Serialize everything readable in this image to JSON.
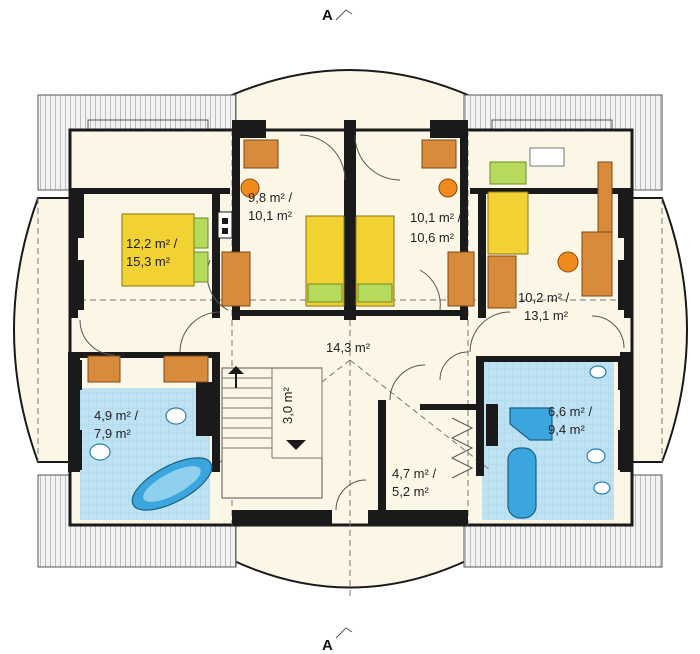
{
  "section_marks": {
    "top": "A",
    "bottom": "A"
  },
  "rooms": [
    {
      "id": "bedroom_left",
      "area": "12,2 m² /",
      "area2": "15,3 m²"
    },
    {
      "id": "bedroom_mid_left",
      "area": "9,8 m² /",
      "area2": "10,1 m²"
    },
    {
      "id": "bedroom_mid_right",
      "area": "10,1 m² /",
      "area2": "10,6 m²"
    },
    {
      "id": "bedroom_right",
      "area": "10,2 m² /",
      "area2": "13,1 m²"
    },
    {
      "id": "hall",
      "area": "14,3 m²"
    },
    {
      "id": "stairs",
      "area": "3,0 m²"
    },
    {
      "id": "bath_left",
      "area": "4,9 m² /",
      "area2": "7,9 m²"
    },
    {
      "id": "bath_right",
      "area": "6,6 m² /",
      "area2": "9,4 m²"
    },
    {
      "id": "storage",
      "area": "4,7 m² /",
      "area2": "5,2 m²"
    }
  ],
  "colors": {
    "floor": "#fbf6e6",
    "wall": "#1a1a1a",
    "bed": "#f2d233",
    "wood": "#d98b3c",
    "tile": "#bfe2f3",
    "fixture": "#3aa6dd",
    "chair": "#f08a1c"
  }
}
